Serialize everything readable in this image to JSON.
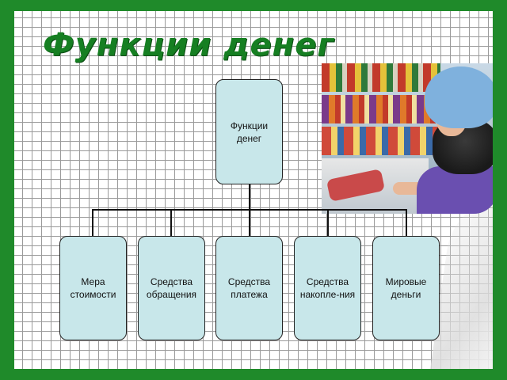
{
  "slide": {
    "title": "Функции денег",
    "photo_alt": "Покупатель у прилавка магазина"
  },
  "diagram": {
    "root": {
      "line1": "Функции",
      "line2": "денег"
    },
    "children": [
      {
        "line1": "Мера",
        "line2": "стоимости"
      },
      {
        "line1": "Средства",
        "line2": "обращения"
      },
      {
        "line1": "Средства",
        "line2": "платежа"
      },
      {
        "line1": "Средства",
        "line2": "накопле-ния"
      },
      {
        "line1": "Мировые",
        "line2": "деньги"
      }
    ]
  },
  "colors": {
    "frame": "#1f8a2a",
    "title": "#167f22",
    "box_fill": "#c8e7ea",
    "box_border": "#222222"
  }
}
